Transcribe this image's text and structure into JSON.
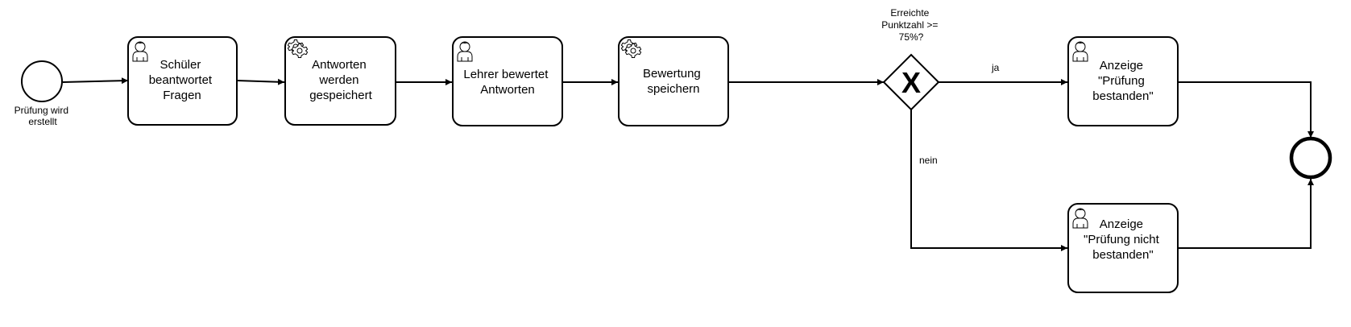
{
  "start_event": {
    "label": [
      "Prüfung wird",
      "erstellt"
    ]
  },
  "tasks": [
    {
      "id": "t1",
      "kind": "user",
      "lines": [
        "Schüler",
        "beantwortet",
        "Fragen"
      ]
    },
    {
      "id": "t2",
      "kind": "service",
      "lines": [
        "Antworten",
        "werden",
        "gespeichert"
      ]
    },
    {
      "id": "t3",
      "kind": "user",
      "lines": [
        "Lehrer bewertet",
        "Antworten"
      ]
    },
    {
      "id": "t4",
      "kind": "service",
      "lines": [
        "Bewertung",
        "speichern"
      ]
    },
    {
      "id": "t5",
      "kind": "user",
      "lines": [
        "Anzeige",
        "\"Prüfung",
        "bestanden\""
      ]
    },
    {
      "id": "t6",
      "kind": "user",
      "lines": [
        "Anzeige",
        "\"Prüfung nicht",
        "bestanden\""
      ]
    }
  ],
  "gateway": {
    "marker": "X",
    "label": [
      "Erreichte",
      "Punktzahl >=",
      "75%?"
    ]
  },
  "flows": {
    "yes_label": "ja",
    "no_label": "nein"
  },
  "end_event": {}
}
